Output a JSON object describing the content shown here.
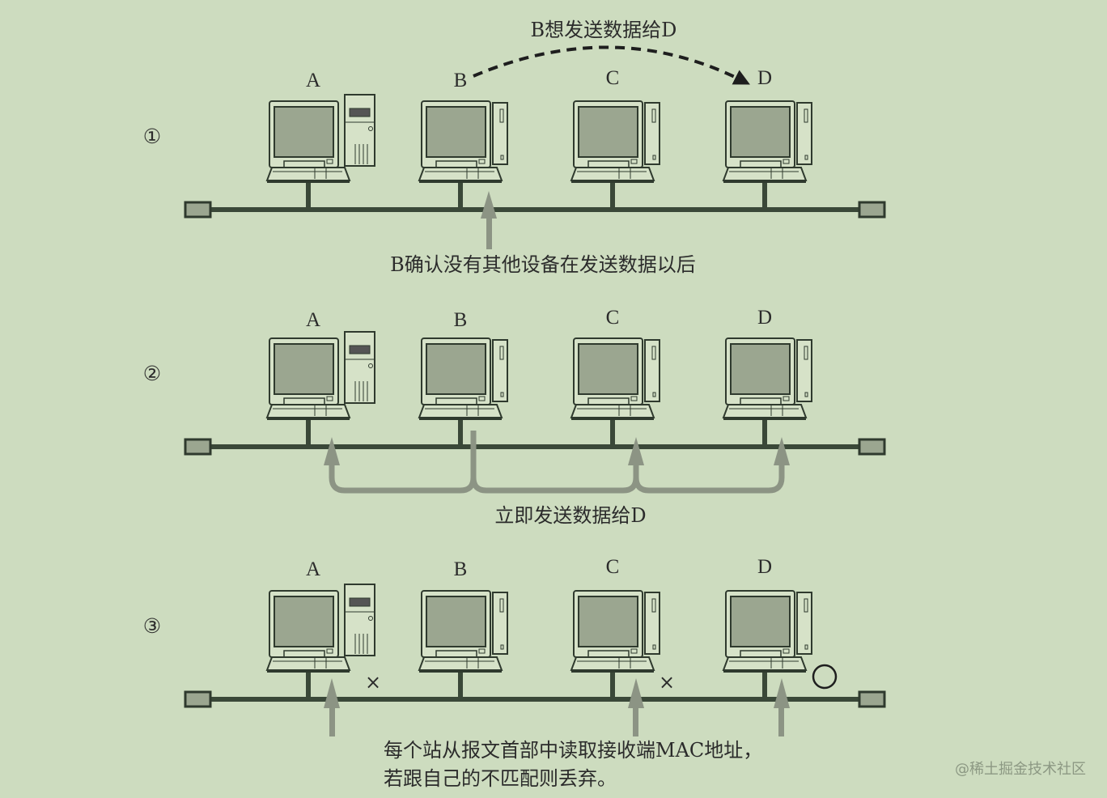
{
  "panels": [
    {
      "number": "①",
      "stations": [
        "A",
        "B",
        "C",
        "D"
      ],
      "top_caption": "B想发送数据给D",
      "caption": "B确认没有其他设备在发送数据以后"
    },
    {
      "number": "②",
      "stations": [
        "A",
        "B",
        "C",
        "D"
      ],
      "caption": "立即发送数据给D"
    },
    {
      "number": "③",
      "stations": [
        "A",
        "B",
        "C",
        "D"
      ],
      "caption_line1": "每个站从报文首部中读取接收端MAC地址，",
      "caption_line2": "若跟自己的不匹配则丢弃。",
      "reject_mark": "×",
      "accept_mark": "○"
    }
  ],
  "watermark": "@稀土掘金技术社区",
  "colors": {
    "background": "#cddcbf",
    "bus": "#3a4838",
    "screen": "#9ba690",
    "arrow": "#8c9484"
  }
}
